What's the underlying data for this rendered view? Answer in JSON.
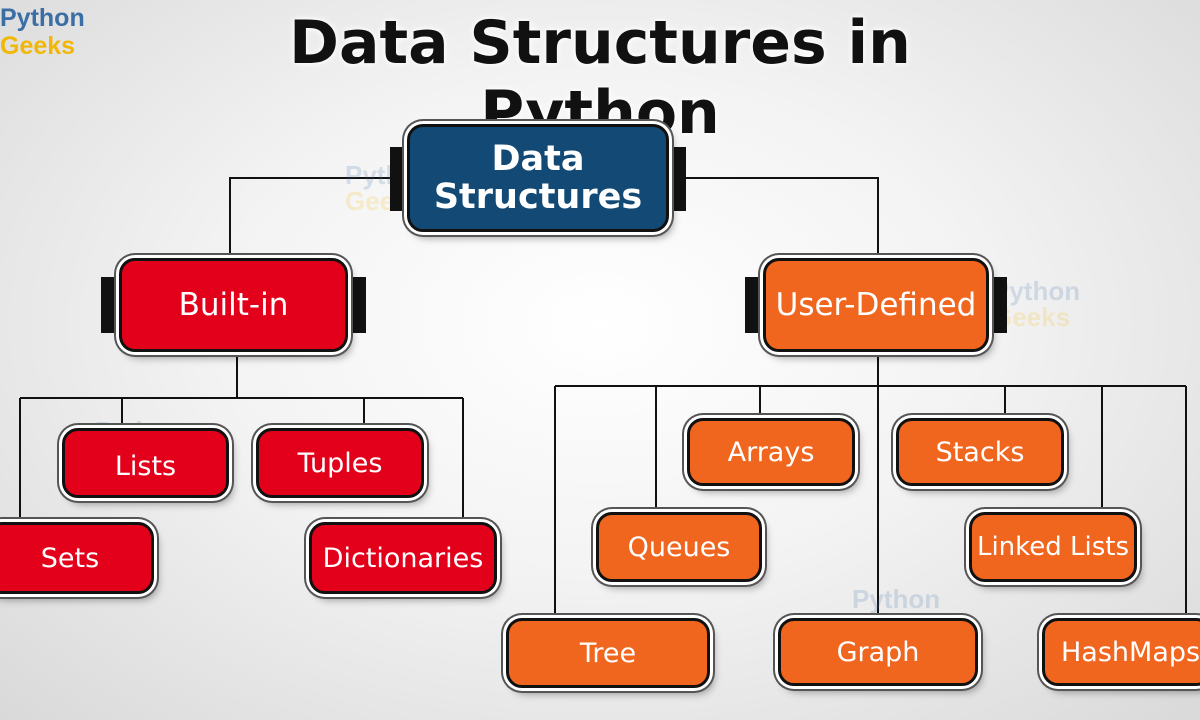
{
  "logo": {
    "line1": "Python",
    "line2": "Geeks"
  },
  "title": "Data Structures in Python",
  "root": {
    "line1": "Data",
    "line2": "Structures"
  },
  "groups": {
    "builtin": "Built-in",
    "user_defined": "User-Defined"
  },
  "builtin_items": {
    "lists": "Lists",
    "tuples": "Tuples",
    "sets": "Sets",
    "dictionaries": "Dictionaries"
  },
  "user_items": {
    "arrays": "Arrays",
    "stacks": "Stacks",
    "queues": "Queues",
    "linked_lists": "Linked Lists",
    "tree": "Tree",
    "graph": "Graph",
    "hashmaps": "HashMaps"
  },
  "colors": {
    "root": "#134a75",
    "builtin": "#e3001b",
    "user_defined": "#f0661f",
    "connector": "#111111"
  }
}
